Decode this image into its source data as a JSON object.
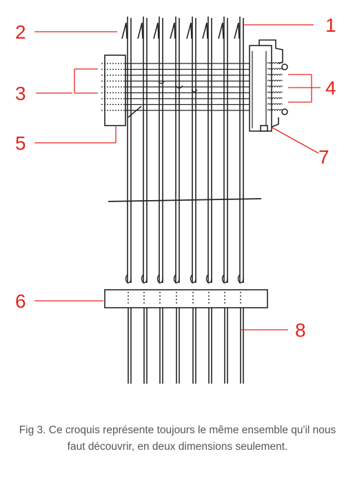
{
  "figure": {
    "labels": [
      "1",
      "2",
      "3",
      "4",
      "5",
      "6",
      "7",
      "8"
    ]
  },
  "caption": "Fig 3. Ce croquis représente toujours le même ensemble qu'il nous faut découvrir, en deux dimensions seulement.",
  "colors": {
    "label": "#e8211c",
    "ink": "#222222",
    "caption": "#555555"
  }
}
